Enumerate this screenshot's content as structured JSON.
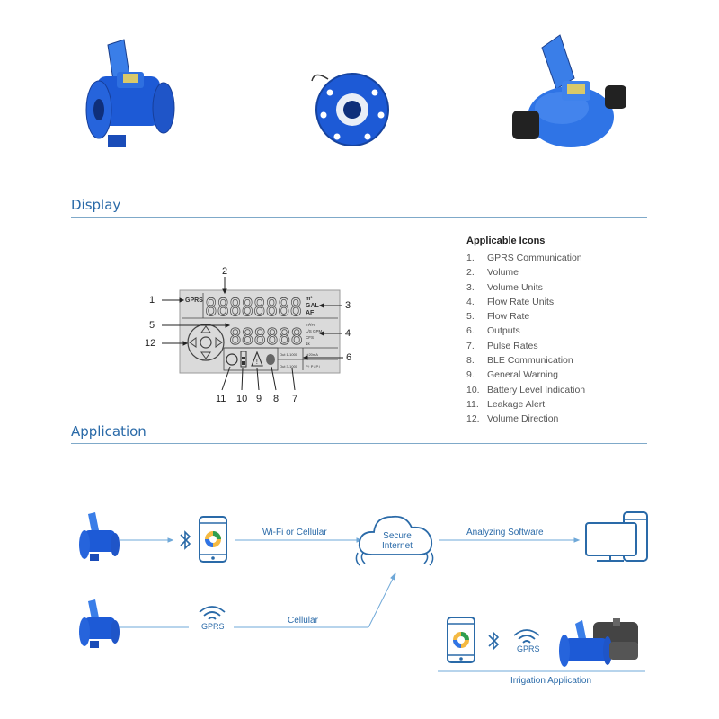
{
  "sections": {
    "display_title": "Display",
    "application_title": "Application"
  },
  "icons": {
    "title": "Applicable Icons",
    "items": [
      {
        "num": "1.",
        "label": "GPRS Communication"
      },
      {
        "num": "2.",
        "label": "Volume"
      },
      {
        "num": "3.",
        "label": "Volume Units"
      },
      {
        "num": "4.",
        "label": "Flow Rate Units"
      },
      {
        "num": "5.",
        "label": "Flow Rate"
      },
      {
        "num": "6.",
        "label": "Outputs"
      },
      {
        "num": "7.",
        "label": "Pulse Rates"
      },
      {
        "num": "8.",
        "label": "BLE Communication"
      },
      {
        "num": "9.",
        "label": "General Warning"
      },
      {
        "num": "10.",
        "label": "Battery Level Indication"
      },
      {
        "num": "11.",
        "label": "Leakage Alert"
      },
      {
        "num": "12.",
        "label": "Volume Direction"
      }
    ]
  },
  "lcd": {
    "gprs": "GPRS",
    "volume_digits": "88888888",
    "flow_digits": "888888",
    "units_m3": "m³",
    "units_gal": "GAL",
    "units_af": "AF",
    "flow_unit_m3h": "m³/H",
    "flow_unit_lps_gpm": "L/S GPM",
    "flow_unit_cfs": "CFS",
    "flow_unit_1k": "1k",
    "out1": "Out 1-1000",
    "out2": "Out 3-1000",
    "out3": "I+20mA",
    "out4": "P↑ P↓ P↕"
  },
  "callouts": {
    "c1": "1",
    "c2": "2",
    "c3": "3",
    "c4": "4",
    "c5": "5",
    "c6": "6",
    "c7": "7",
    "c8": "8",
    "c9": "9",
    "c10": "10",
    "c11": "11",
    "c12": "12"
  },
  "application": {
    "wifi_cellular": "Wi-Fi or Cellular",
    "secure_internet_1": "Secure",
    "secure_internet_2": "Internet",
    "analyzing_software": "Analyzing Software",
    "gprs_label_1": "GPRS",
    "cellular": "Cellular",
    "gprs_label_2": "GPRS",
    "irrigation": "Irrigation Application"
  },
  "colors": {
    "accent": "#2a6aa8",
    "meter_blue": "#1d5ad6",
    "lid_blue": "#3a7ee8",
    "line_blue": "#6fa8d8"
  }
}
